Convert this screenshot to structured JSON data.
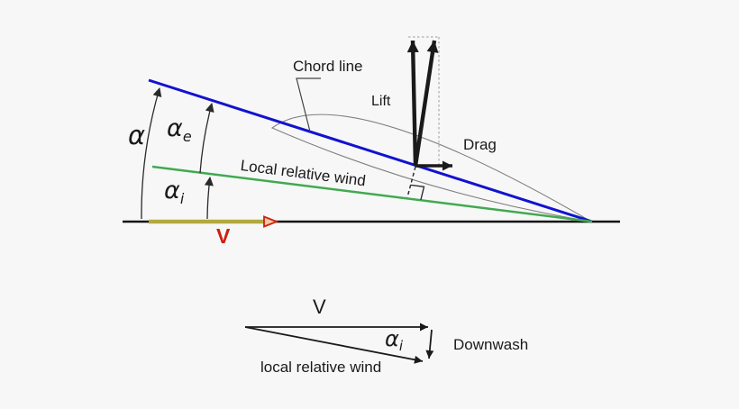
{
  "figure": {
    "title": "Angle of attack / induced drag diagram",
    "colors": {
      "background": "#f7f7f7",
      "chord_line": "#1212cf",
      "local_wind_line": "#3faa50",
      "velocity_bar": "#b3a93e",
      "velocity_text": "#cc1f11",
      "ink": "#1a1a1a",
      "outline_gray": "#808080",
      "dash_gray": "#999999"
    }
  },
  "main_diagram": {
    "chord_label": "Chord line",
    "lift_label": "Lift",
    "drag_label": "Drag",
    "wind_label": "Local relative wind",
    "alpha": {
      "base": "α"
    },
    "alpha_e": {
      "base": "α",
      "sub": "e"
    },
    "alpha_i": {
      "base": "α",
      "sub": "i"
    },
    "velocity_label": "V"
  },
  "vector_diagram": {
    "velocity_label": "V",
    "alpha_i": {
      "base": "α",
      "sub": "i"
    },
    "downwash_label": "Downwash",
    "wind_label": "local relative wind"
  }
}
